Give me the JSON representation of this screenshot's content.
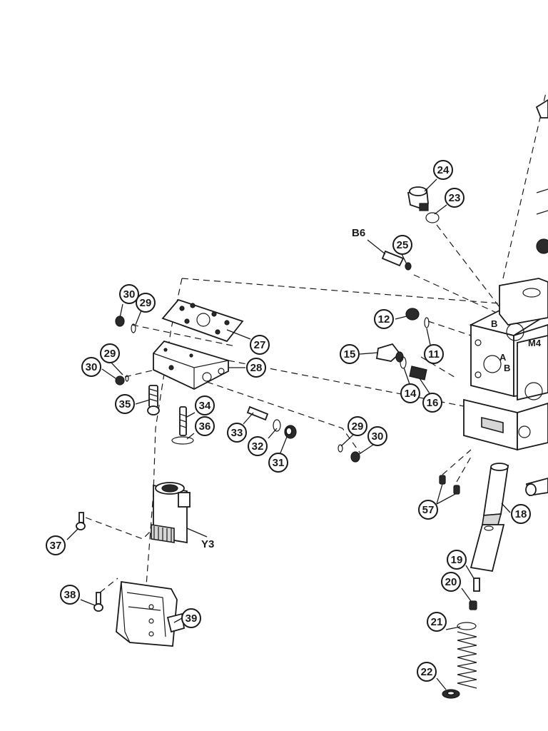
{
  "callouts": [
    {
      "id": "c30a",
      "label": "30"
    },
    {
      "id": "c29a",
      "label": "29"
    },
    {
      "id": "c27",
      "label": "27"
    },
    {
      "id": "c29b",
      "label": "29"
    },
    {
      "id": "c30b",
      "label": "30"
    },
    {
      "id": "c28",
      "label": "28"
    },
    {
      "id": "c35",
      "label": "35"
    },
    {
      "id": "c34",
      "label": "34"
    },
    {
      "id": "c36",
      "label": "36"
    },
    {
      "id": "c33",
      "label": "33"
    },
    {
      "id": "c32",
      "label": "32"
    },
    {
      "id": "c31",
      "label": "31"
    },
    {
      "id": "c29c",
      "label": "29"
    },
    {
      "id": "c30c",
      "label": "30"
    },
    {
      "id": "c37",
      "label": "37"
    },
    {
      "id": "c38",
      "label": "38"
    },
    {
      "id": "c39",
      "label": "39"
    },
    {
      "id": "c24",
      "label": "24"
    },
    {
      "id": "c23",
      "label": "23"
    },
    {
      "id": "c25",
      "label": "25"
    },
    {
      "id": "c12",
      "label": "12"
    },
    {
      "id": "c11",
      "label": "11"
    },
    {
      "id": "c15",
      "label": "15"
    },
    {
      "id": "c14",
      "label": "14"
    },
    {
      "id": "c16",
      "label": "16"
    },
    {
      "id": "c57",
      "label": "57"
    },
    {
      "id": "c18",
      "label": "18"
    },
    {
      "id": "c19",
      "label": "19"
    },
    {
      "id": "c20",
      "label": "20"
    },
    {
      "id": "c21",
      "label": "21"
    },
    {
      "id": "c22",
      "label": "22"
    }
  ],
  "labels": {
    "b6": "B6",
    "y3": "Y3"
  },
  "block_markings": {
    "a": "A",
    "b": "B",
    "m4": "M4",
    "b_side": "B"
  }
}
